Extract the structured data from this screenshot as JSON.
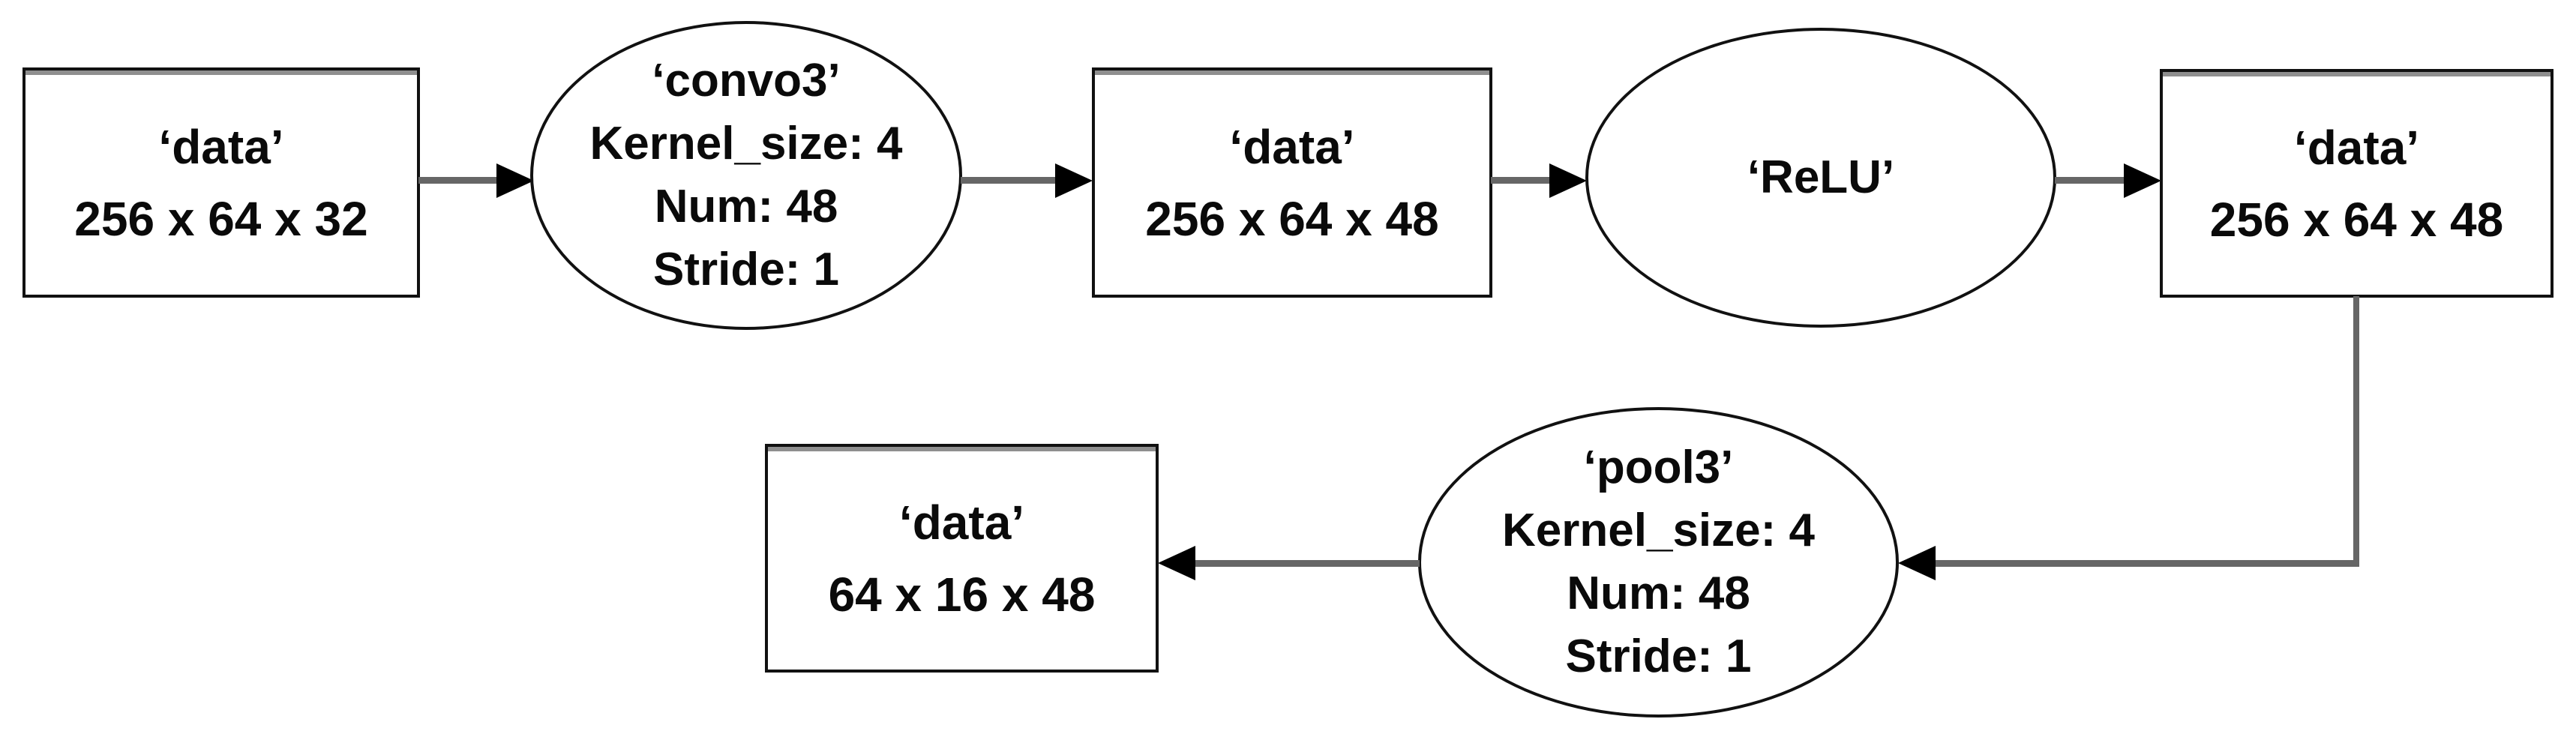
{
  "diagram": {
    "type": "cnn-layer-flowchart",
    "background": "#ffffff",
    "stroke_color": "#111111",
    "arrow_shaft_color": "#666666",
    "arrow_head_color": "#000000",
    "text_color": "#0a0a0a",
    "nodes": {
      "data1": {
        "shape": "rectangle",
        "label": "‘data’",
        "dims": "256 x 64 x 32"
      },
      "convo3": {
        "shape": "ellipse",
        "name": "‘convo3’",
        "kernel": "Kernel_size: 4",
        "num": "Num: 48",
        "stride": "Stride: 1"
      },
      "data2": {
        "shape": "rectangle",
        "label": "‘data’",
        "dims": "256 x 64 x 48"
      },
      "relu": {
        "shape": "ellipse",
        "name": "‘ReLU’"
      },
      "data3": {
        "shape": "rectangle",
        "label": "‘data’",
        "dims": "256 x 64 x 48"
      },
      "pool3": {
        "shape": "ellipse",
        "name": "‘pool3’",
        "kernel": "Kernel_size: 4",
        "num": "Num: 48",
        "stride": "Stride: 1"
      },
      "data4": {
        "shape": "rectangle",
        "label": "‘data’",
        "dims": "64 x 16 x 48"
      }
    },
    "edges": [
      {
        "from": "data1",
        "to": "convo3"
      },
      {
        "from": "convo3",
        "to": "data2"
      },
      {
        "from": "data2",
        "to": "relu"
      },
      {
        "from": "relu",
        "to": "data3"
      },
      {
        "from": "data3",
        "to": "pool3"
      },
      {
        "from": "pool3",
        "to": "data4"
      }
    ]
  }
}
